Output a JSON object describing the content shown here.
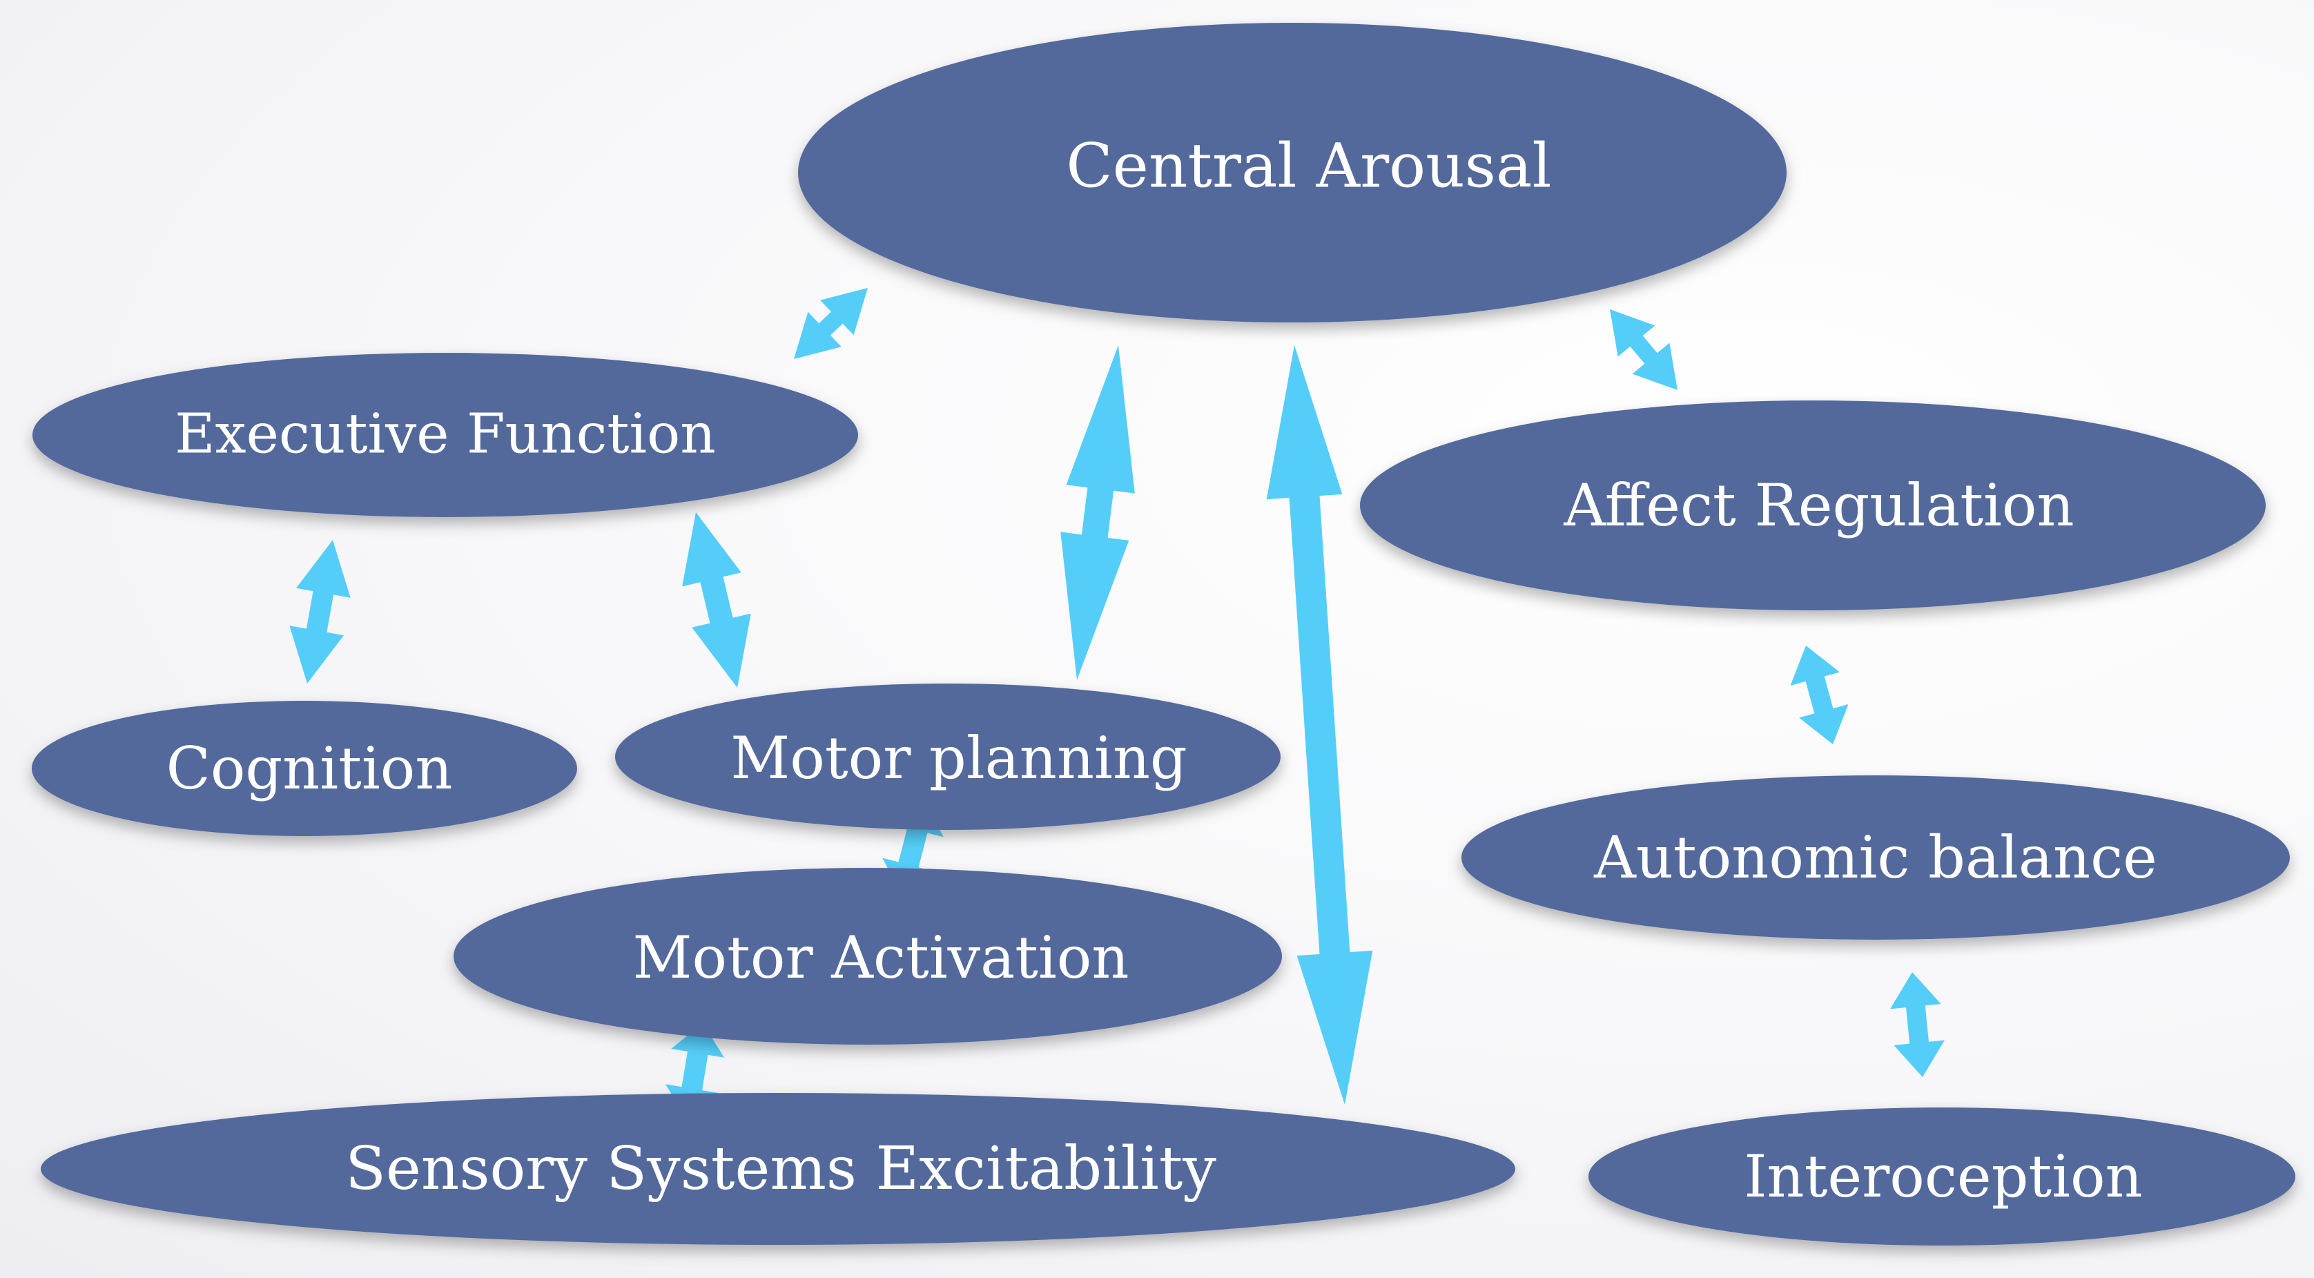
{
  "colors": {
    "node_fill": "#53699c",
    "arrow_fill": "#54cef9",
    "text": "#ffffff"
  },
  "nodes": {
    "central_arousal": "Central Arousal",
    "executive_function": "Executive Function",
    "affect_regulation": "Affect Regulation",
    "cognition": "Cognition",
    "motor_planning": "Motor planning",
    "motor_activation": "Motor Activation",
    "autonomic_balance": "Autonomic balance",
    "sensory_systems_excitability": "Sensory Systems Excitability",
    "interoception": "Interoception"
  }
}
